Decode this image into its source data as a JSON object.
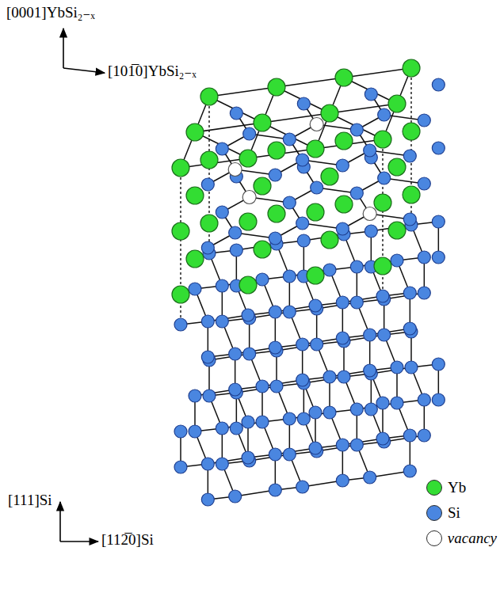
{
  "diagram": {
    "labels": [
      "[0001]YbSi₂₋ₓ",
      "[101̅0]YbSi₂₋ₓ",
      "[111]Si",
      "[112̅0]Si"
    ],
    "legend": [
      {
        "text": "Yb",
        "color": "#33dd33"
      },
      {
        "text": "Si",
        "color": "#4a86e0"
      },
      {
        "text": "vacancy",
        "color": "#ffffff"
      }
    ]
  }
}
